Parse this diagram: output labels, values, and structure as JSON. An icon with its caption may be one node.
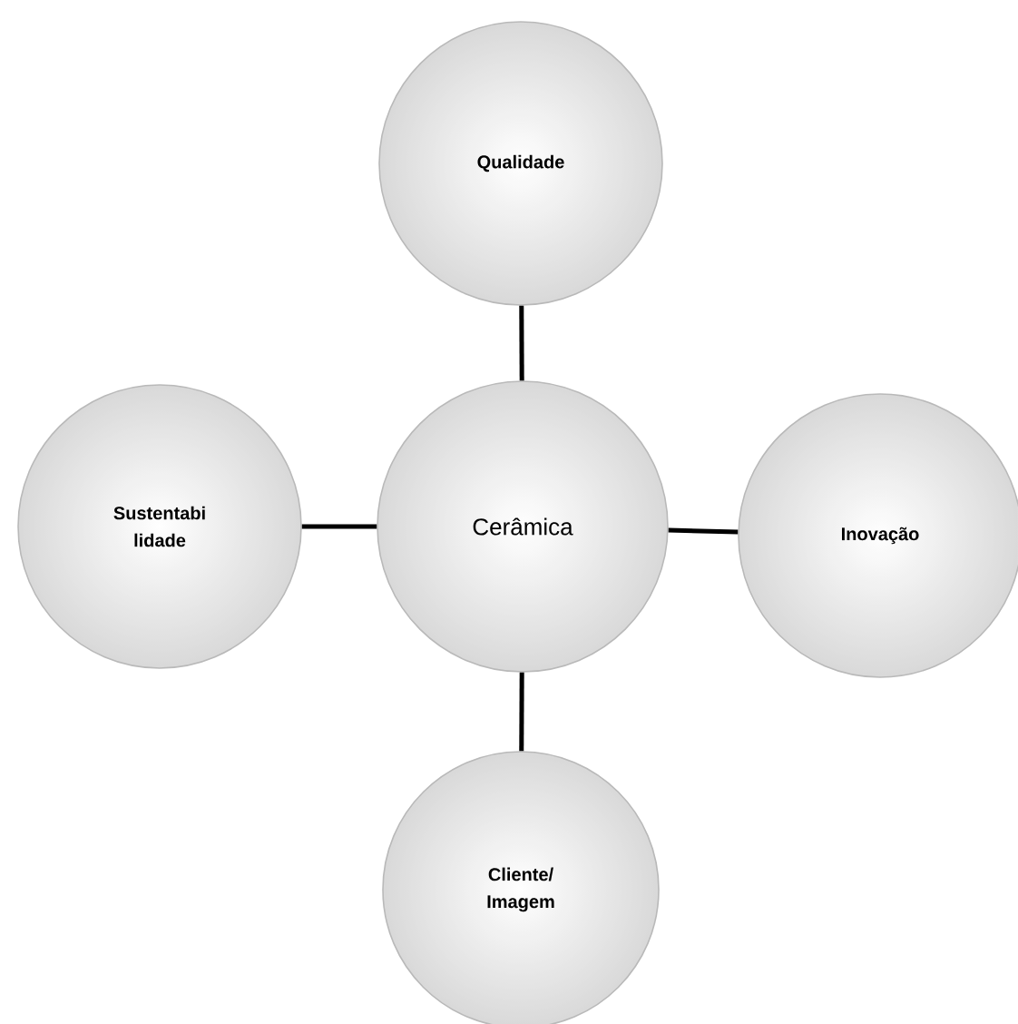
{
  "diagram": {
    "nodes": [
      {
        "text": [
          "Qualidade"
        ]
      },
      {
        "text": [
          "Sustentabi lidade"
        ]
      },
      {
        "text": [
          "Cerâmica"
        ]
      },
      {
        "text": [
          "Inovação"
        ]
      },
      {
        "text": [
          "Cliente/ Imagem"
        ]
      }
    ],
    "edges": [
      {
        "from": 2,
        "to": 0,
        "arrow": "none"
      },
      {
        "from": 2,
        "to": 1,
        "arrow": "none"
      },
      {
        "from": 2,
        "to": 3,
        "arrow": "none"
      },
      {
        "from": 2,
        "to": 4,
        "arrow": "none"
      }
    ]
  }
}
